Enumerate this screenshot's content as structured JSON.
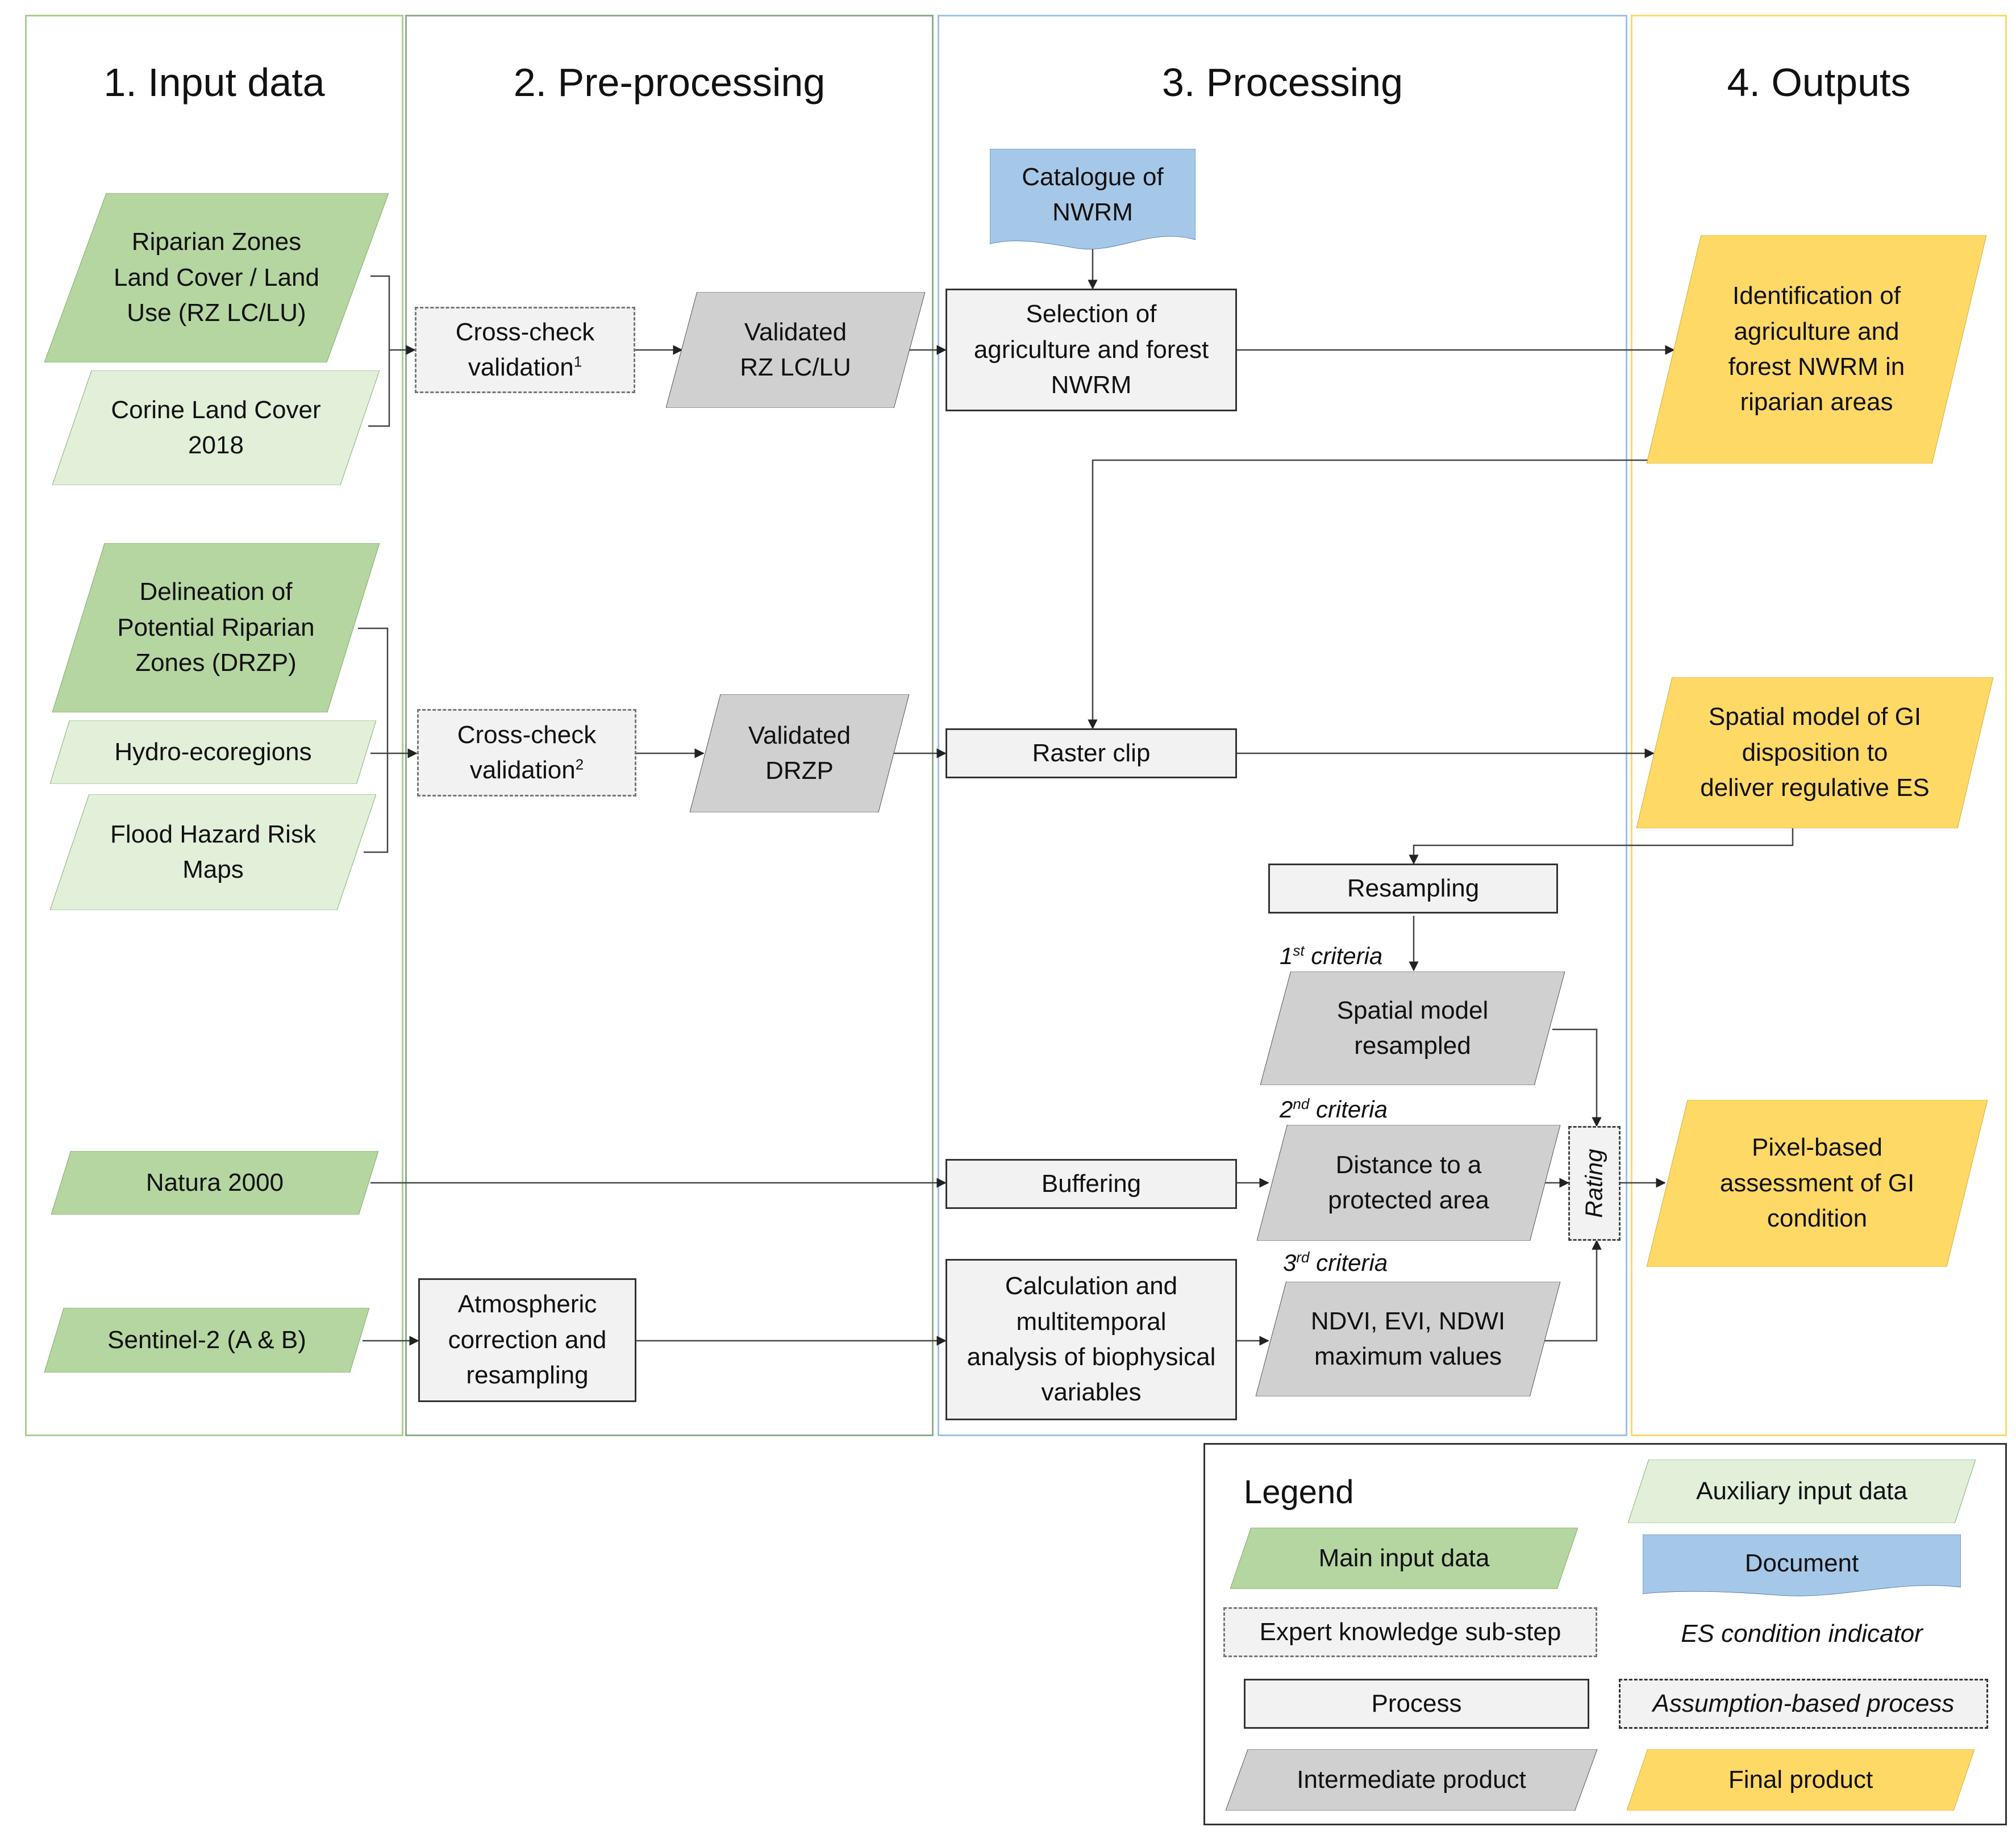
{
  "lanes": {
    "input": "1. Input data",
    "preprocessing": "2. Pre-processing",
    "processing": "3. Processing",
    "outputs": "4. Outputs"
  },
  "nodes": {
    "rz_lclu": "Riparian Zones\nLand Cover / Land\nUse (RZ LC/LU)",
    "corine": "Corine Land Cover\n2018",
    "drzp": "Delineation of\nPotential Riparian\nZones (DRZP)",
    "hydro": "Hydro-ecoregions",
    "flood": "Flood Hazard Risk\nMaps",
    "natura": "Natura 2000",
    "sentinel": "Sentinel-2 (A & B)",
    "crosscheck1_text": "Cross-check\nvalidation",
    "crosscheck1_sup": "1",
    "crosscheck2_text": "Cross-check\nvalidation",
    "crosscheck2_sup": "2",
    "atmospheric": "Atmospheric\ncorrection and\nresampling",
    "validated_rz": "Validated\nRZ LC/LU",
    "validated_drzp": "Validated\nDRZP",
    "catalogue": "Catalogue of\nNWRM",
    "selection": "Selection of\nagriculture and forest\nNWRM",
    "raster_clip": "Raster clip",
    "resampling": "Resampling",
    "spatial_resampled": "Spatial model\nresampled",
    "buffering": "Buffering",
    "distance": "Distance to a\nprotected area",
    "calculation": "Calculation and\nmultitemporal\nanalysis of biophysical\nvariables",
    "ndvi": "NDVI, EVI, NDWI\nmaximum values",
    "rating": "Rating",
    "out_identification": "Identification of\nagriculture and\nforest NWRM in\nriparian areas",
    "out_spatial": "Spatial model of GI\ndisposition to\ndeliver regulative ES",
    "out_pixel": "Pixel-based\nassessment of GI\ncondition"
  },
  "criteria": [
    {
      "num": "1",
      "sup": "st",
      "label": " criteria"
    },
    {
      "num": "2",
      "sup": "nd",
      "label": " criteria"
    },
    {
      "num": "3",
      "sup": "rd",
      "label": " criteria"
    }
  ],
  "legend": {
    "title": "Legend",
    "auxiliary": "Auxiliary input data",
    "main": "Main input data",
    "document": "Document",
    "expert": "Expert knowledge sub-step",
    "es_indicator": "ES condition indicator",
    "process": "Process",
    "assumption": "Assumption-based process",
    "intermediate": "Intermediate product",
    "final": "Final product"
  },
  "colors": {
    "main_input": "#b5d6a0",
    "auxiliary_input": "#e2efd9",
    "document": "#a6c8e8",
    "intermediate": "#d0d0d0",
    "final": "#ffd966",
    "process": "#f2f2f2",
    "lane_input": "#a9d08e",
    "lane_pre": "#8faa8f",
    "lane_processing": "#9dc3e6",
    "lane_outputs": "#ffd966"
  }
}
